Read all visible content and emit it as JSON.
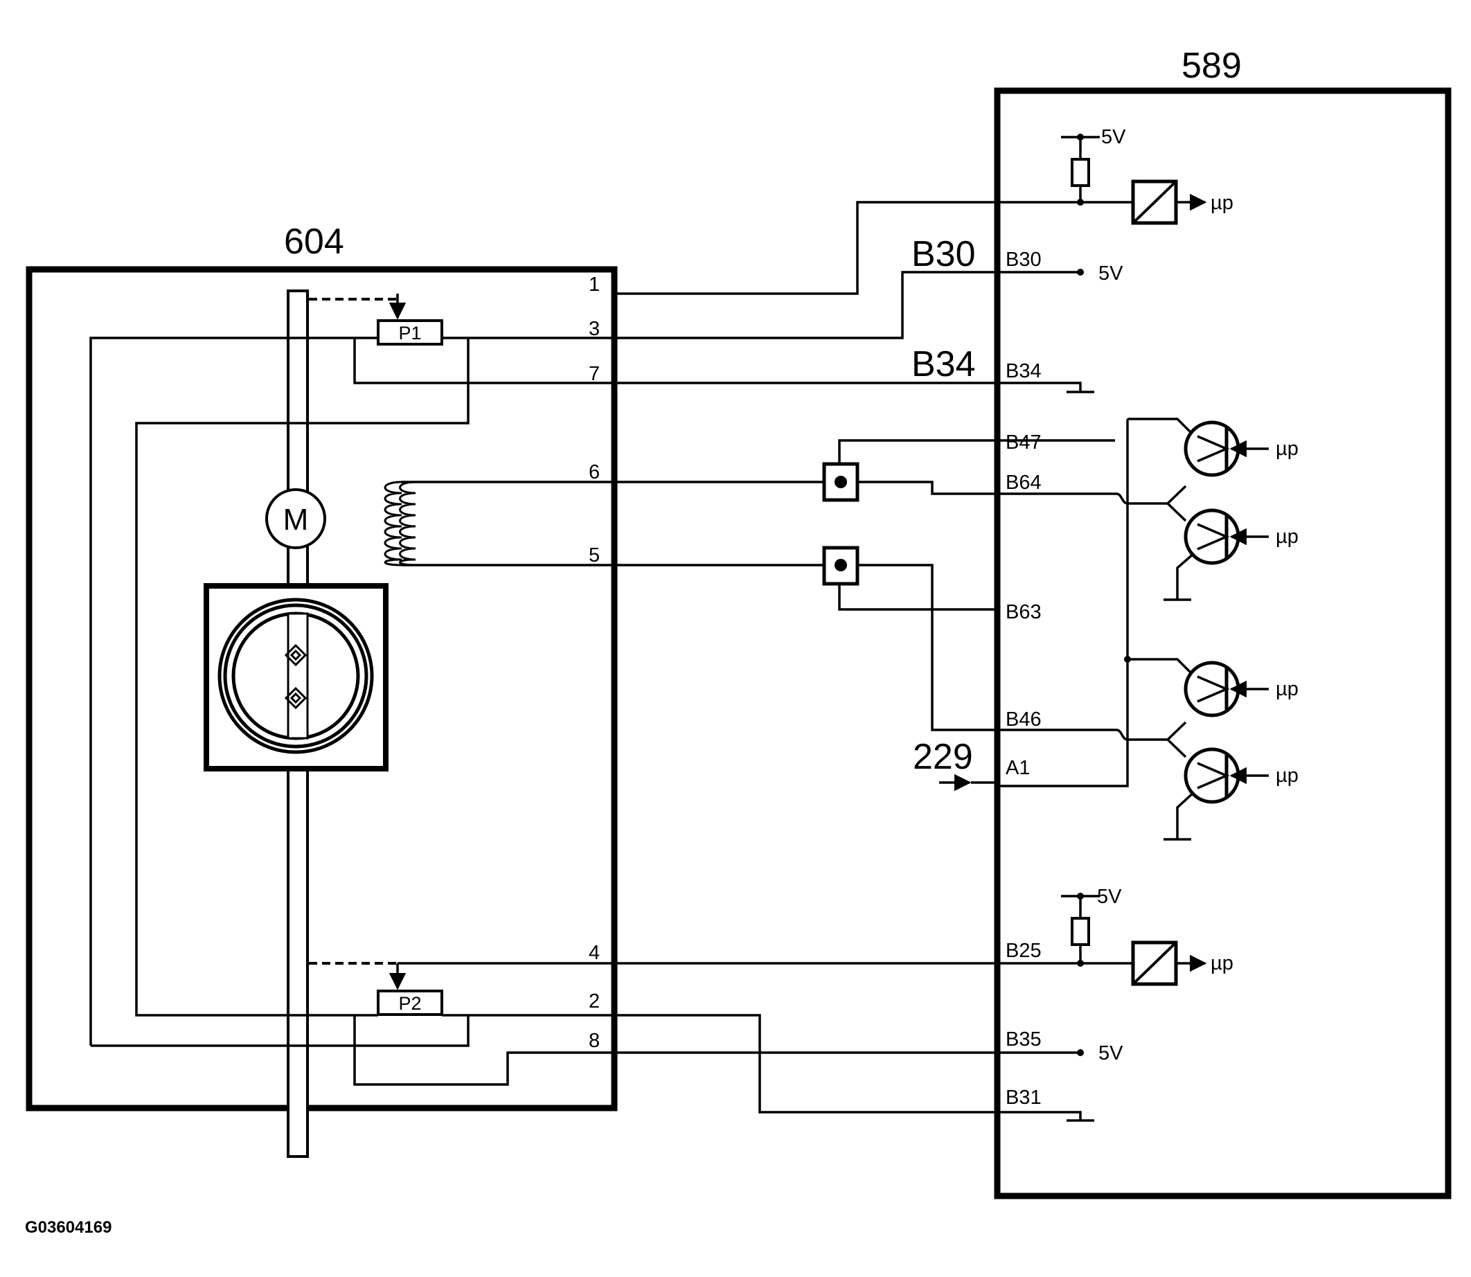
{
  "module_left": {
    "label": "604"
  },
  "module_right": {
    "label": "589"
  },
  "components": {
    "pot_top": "P1",
    "pot_bottom": "P2",
    "motor": "M"
  },
  "connector_pins": [
    "1",
    "3",
    "7",
    "6",
    "5",
    "4",
    "2",
    "8"
  ],
  "ecu_pins": [
    "B30",
    "B34",
    "B47",
    "B64",
    "B63",
    "B46",
    "A1",
    "B25",
    "B35",
    "B31"
  ],
  "wire_labels": {
    "b30": "B30",
    "b34": "B34",
    "ext_229": "229"
  },
  "supply": {
    "label_5v": "5V",
    "label_up": "µp"
  },
  "figure_id": "G03604169"
}
